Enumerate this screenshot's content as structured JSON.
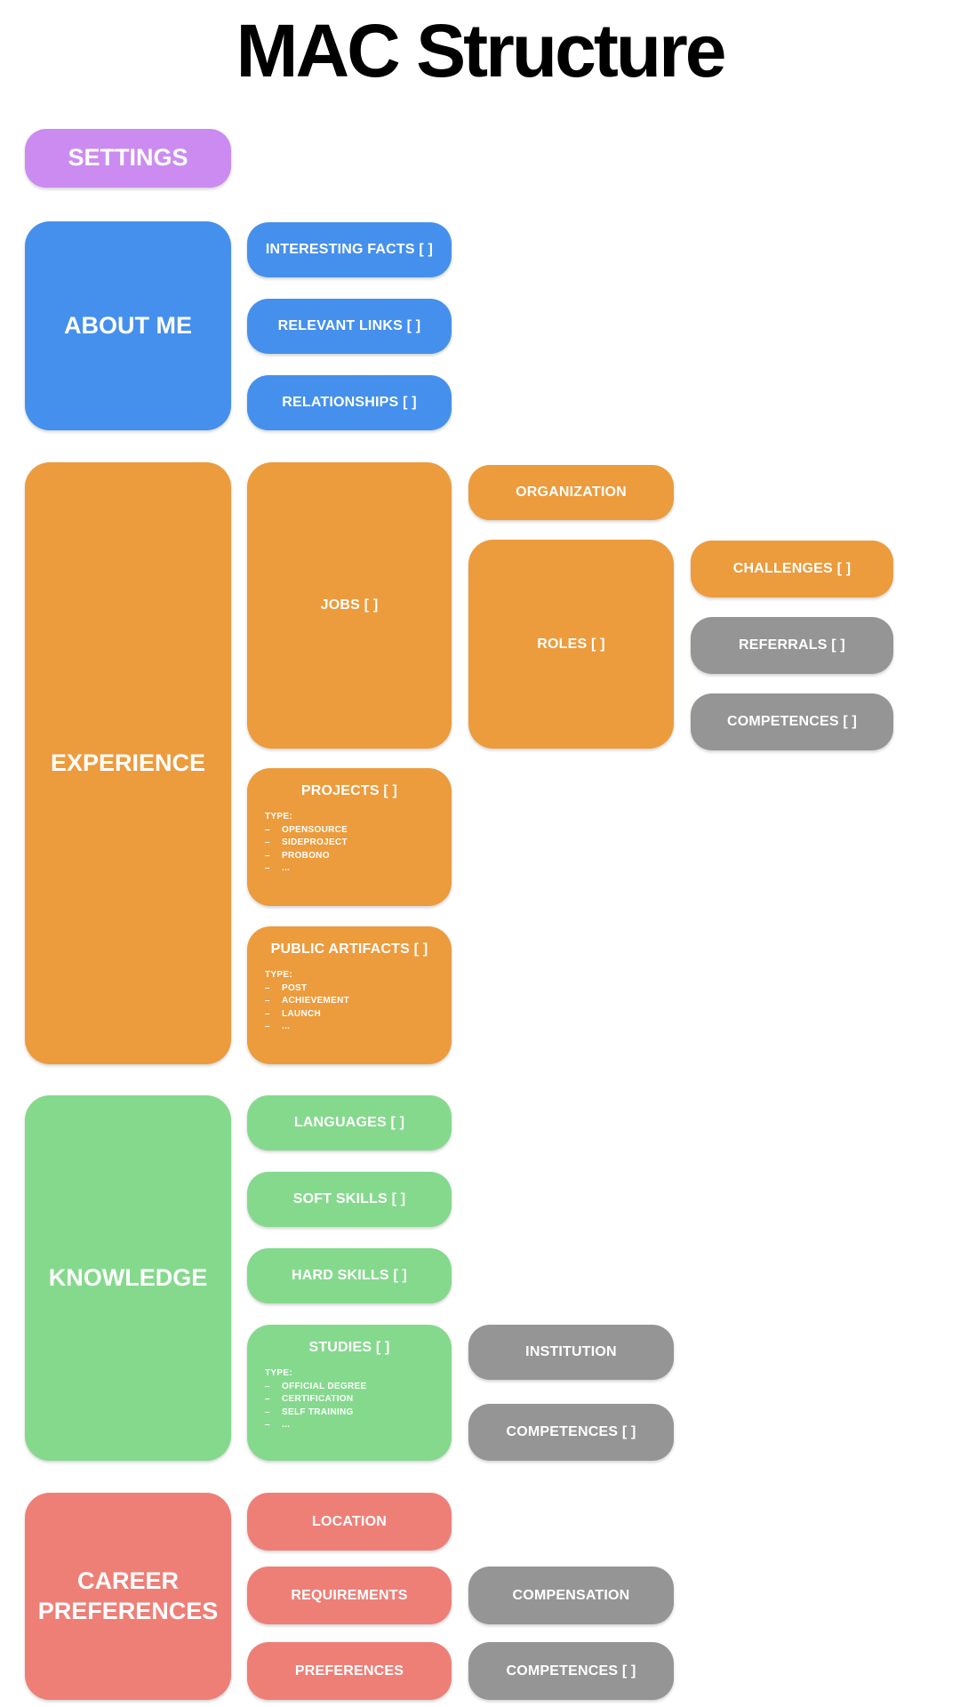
{
  "page": {
    "title": "MAC Structure"
  },
  "ui": {
    "bullet": "–"
  },
  "colors": {
    "purple": "#cb8bf0",
    "blue": "#4590ec",
    "orange": "#ec9b3d",
    "green": "#85d98d",
    "salmon": "#ee7f77",
    "gray": "#959595",
    "node_text": "#ffffff",
    "title_text": "#000000",
    "background": "#ffffff"
  },
  "nodes": {
    "settings": {
      "label": "SETTINGS"
    },
    "about_me": {
      "label": "ABOUT ME",
      "children": {
        "interesting_facts": {
          "label": "INTERESTING FACTS [ ]"
        },
        "relevant_links": {
          "label": "RELEVANT LINKS [ ]"
        },
        "relationships": {
          "label": "RELATIONSHIPS [ ]"
        }
      }
    },
    "experience": {
      "label": "EXPERIENCE",
      "children": {
        "jobs": {
          "label": "JOBS [ ]",
          "children": {
            "organization": {
              "label": "ORGANIZATION"
            },
            "roles": {
              "label": "ROLES [ ]",
              "children": {
                "challenges": {
                  "label": "CHALLENGES [ ]"
                },
                "referrals": {
                  "label": "REFERRALS [ ]"
                },
                "competences": {
                  "label": "COMPETENCES [ ]"
                }
              }
            }
          }
        },
        "projects": {
          "label": "PROJECTS [ ]",
          "type_label": "TYPE:",
          "types": [
            "OPENSOURCE",
            "SIDEPROJECT",
            "PROBONO",
            "..."
          ]
        },
        "public_artifacts": {
          "label": "PUBLIC ARTIFACTS [ ]",
          "type_label": "TYPE:",
          "types": [
            "POST",
            "ACHIEVEMENT",
            "LAUNCH",
            "..."
          ]
        }
      }
    },
    "knowledge": {
      "label": "KNOWLEDGE",
      "children": {
        "languages": {
          "label": "LANGUAGES [ ]"
        },
        "soft_skills": {
          "label": "SOFT SKILLS [ ]"
        },
        "hard_skills": {
          "label": "HARD SKILLS [ ]"
        },
        "studies": {
          "label": "STUDIES [ ]",
          "type_label": "TYPE:",
          "types": [
            "OFFICIAL DEGREE",
            "CERTIFICATION",
            "SELF TRAINING",
            "..."
          ],
          "children": {
            "institution": {
              "label": "INSTITUTION"
            },
            "competences": {
              "label": "COMPETENCES [ ]"
            }
          }
        }
      }
    },
    "career_preferences": {
      "label": "CAREER PREFERENCES",
      "children": {
        "location": {
          "label": "LOCATION"
        },
        "requirements": {
          "label": "REQUIREMENTS",
          "children": {
            "compensation": {
              "label": "COMPENSATION"
            }
          }
        },
        "preferences": {
          "label": "PREFERENCES",
          "children": {
            "competences": {
              "label": "COMPETENCES [ ]"
            }
          }
        }
      }
    }
  }
}
